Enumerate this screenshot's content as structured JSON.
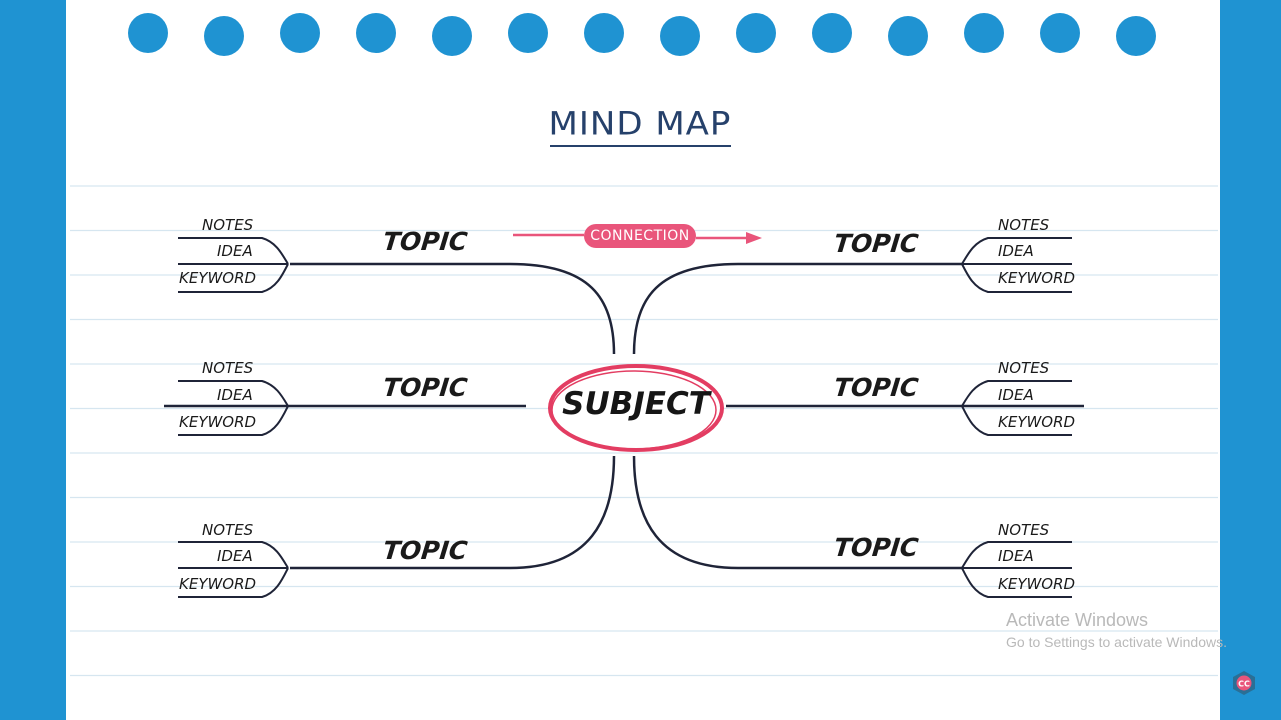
{
  "title": "MIND MAP",
  "center": {
    "label": "SUBJECT"
  },
  "connection": {
    "label": "CONNECTION"
  },
  "branches": [
    {
      "topic": "TOPIC",
      "leaves": [
        "NOTES",
        "IDEA",
        "KEYWORD"
      ]
    },
    {
      "topic": "TOPIC",
      "leaves": [
        "NOTES",
        "IDEA",
        "KEYWORD"
      ]
    },
    {
      "topic": "TOPIC",
      "leaves": [
        "NOTES",
        "IDEA",
        "KEYWORD"
      ]
    },
    {
      "topic": "TOPIC",
      "leaves": [
        "NOTES",
        "IDEA",
        "KEYWORD"
      ]
    },
    {
      "topic": "TOPIC",
      "leaves": [
        "NOTES",
        "IDEA",
        "KEYWORD"
      ]
    },
    {
      "topic": "TOPIC",
      "leaves": [
        "NOTES",
        "IDEA",
        "KEYWORD"
      ]
    }
  ],
  "watermark": {
    "title": "Activate Windows",
    "subtitle": "Go to Settings to activate Windows."
  },
  "badge": {
    "label": "CC"
  },
  "colors": {
    "frame": "#1f93d2",
    "accent": "#e9557b",
    "ink": "#1f2438",
    "title": "#26416b",
    "rule": "#d6e6f0"
  }
}
